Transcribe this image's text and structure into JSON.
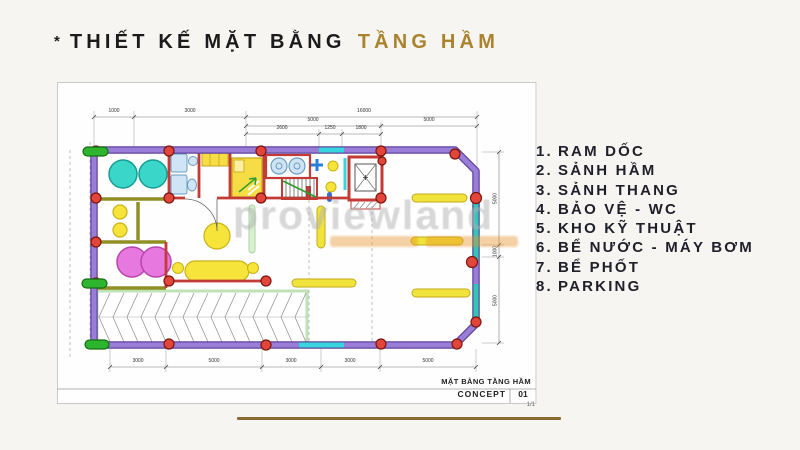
{
  "title": {
    "bullet": "*",
    "main": "THIẾT KẾ MẶT BẰNG",
    "accent": "TẦNG HẦM"
  },
  "legend": {
    "items": [
      {
        "no": "1.",
        "label": "RAM DỐC"
      },
      {
        "no": "2.",
        "label": "SẢNH HẦM"
      },
      {
        "no": "3.",
        "label": "SẢNH THANG"
      },
      {
        "no": "4.",
        "label": "BẢO VỆ - WC"
      },
      {
        "no": "5.",
        "label": "KHO KỸ THUẬT"
      },
      {
        "no": "6.",
        "label": "BỂ NƯỚC - MÁY BƠM"
      },
      {
        "no": "7.",
        "label": "BỂ PHỐT"
      },
      {
        "no": "8.",
        "label": "PARKING"
      }
    ]
  },
  "sheet": {
    "caption": "MẶT BẰNG TẦNG HẦM",
    "concept_label": "CONCEPT",
    "concept_no": "01",
    "page": "1/1",
    "watermark": "proviewland",
    "dims": {
      "t1a": "1000",
      "t1b": "3000",
      "t1c": "16000",
      "t2a": "5000",
      "t2b": "5000",
      "t3a": "2600",
      "t3b": "1250",
      "t3c": "1800",
      "b1": "3000",
      "b2": "5000",
      "b3": "3000",
      "b4": "3000",
      "b5": "5000",
      "r1": "5000",
      "r2": "1000",
      "r3": "5000"
    }
  },
  "colors": {
    "title_accent_gold": "#a9832e",
    "footer_rule_gold": "#8a6a2f",
    "wall_purple": "#9a7dd6",
    "wall_teal": "#2fc8b6",
    "wall_cyan": "#35d6de",
    "structure_red": "#c23b35",
    "column_red": "#e2463a",
    "door_green": "#2db52d",
    "furniture_yellow": "#f6e43a",
    "furniture_teal": "#3bd6ca",
    "furniture_pink": "#e678e0",
    "fixture_blue": "#cfe4f4",
    "desk_olive": "#8f8f25"
  }
}
